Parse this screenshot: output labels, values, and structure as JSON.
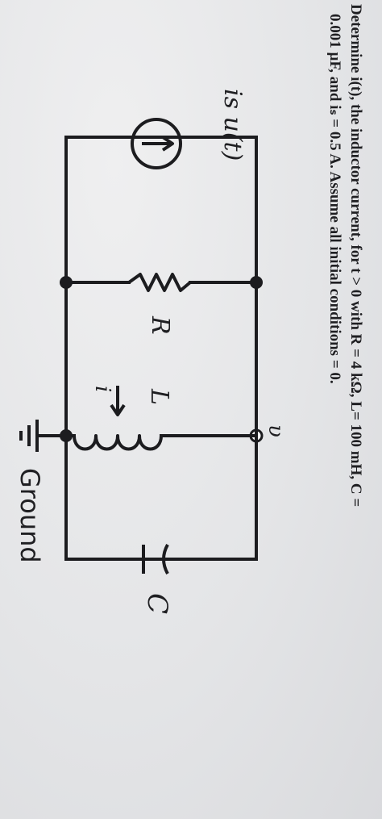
{
  "problem": {
    "line1": "Determine i(t), the inductor current, for t > 0 with R = 4 kΩ, L= 100 mH, C =",
    "line2": "0.001 µF, and iₛ = 0.5 A.  Assume all initial conditions = 0."
  },
  "circuit": {
    "source_label": "is u(t)",
    "resistor_label": "R",
    "inductor_label": "L",
    "current_label": "i",
    "node_label": "υ",
    "capacitor_label": "C",
    "ground_label": "Ground"
  }
}
